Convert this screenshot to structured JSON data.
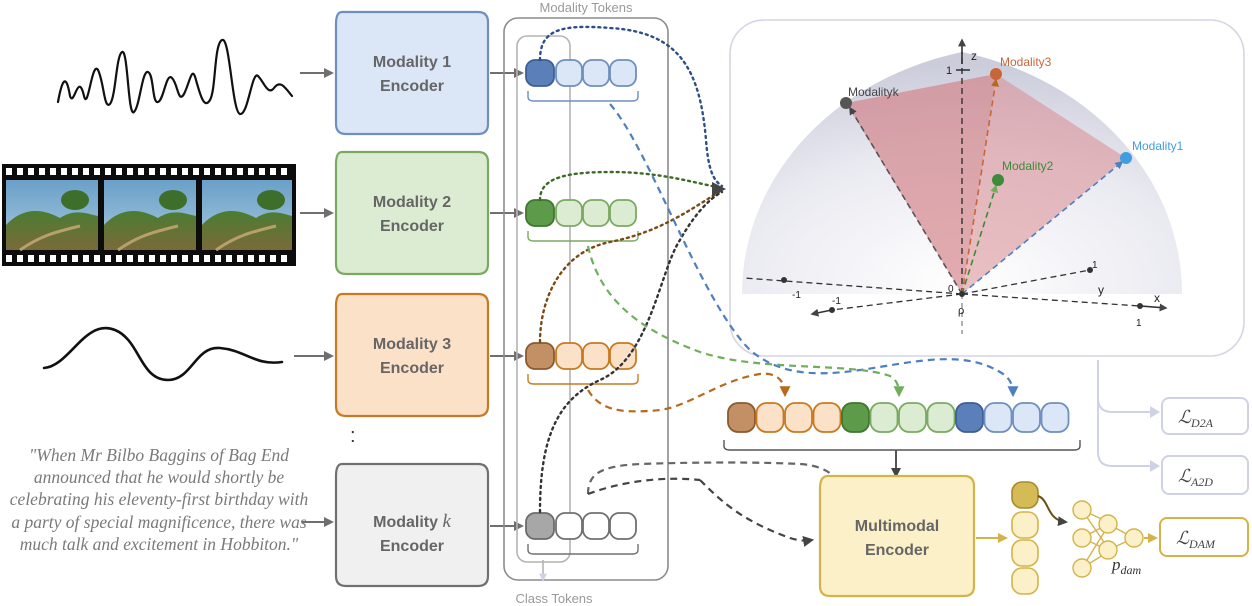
{
  "encoders": [
    {
      "line1": "Modality 1",
      "line2": "Encoder"
    },
    {
      "line1": "Modality 2",
      "line2": "Encoder"
    },
    {
      "line1": "Modality 3",
      "line2": "Encoder"
    },
    {
      "line1": "Modality ",
      "var": "k",
      "line2": "Encoder"
    }
  ],
  "ellipsis": ":",
  "token_column": {
    "top_label": "Modality Tokens",
    "bottom_label": "Class Tokens"
  },
  "quote_text": "\"When Mr Bilbo Baggins of Bag End announced that he would shortly be celebrating his eleventy-first birthday with a party of special magnificence, there was much talk and excitement in Hobbiton.\"",
  "sphere_plot": {
    "axes": {
      "z": "z",
      "y": "y",
      "x": "x"
    },
    "ticks": {
      "z_top": "1",
      "y_pos": "1",
      "x_pos": "1",
      "x_neg": "-1",
      "y_neg": "-1",
      "origin": "0",
      "rho": "ρ"
    },
    "points": [
      {
        "label": "Modality3"
      },
      {
        "label": "Modalityk"
      },
      {
        "label": "Modality1"
      },
      {
        "label": "Modality2"
      }
    ]
  },
  "multimodal_encoder": {
    "line1": "Multimodal",
    "line2": "Encoder"
  },
  "losses": {
    "d2a": {
      "main": "ℒ",
      "sub": "D2A"
    },
    "a2d": {
      "main": "ℒ",
      "sub": "A2D"
    },
    "dam": {
      "main": "ℒ",
      "sub": "DAM"
    }
  },
  "p_dam": {
    "main": "p",
    "sub": "dam"
  },
  "colors": {
    "blue": "#6f8fbf",
    "blue_fill": "#dbe6f7",
    "green": "#7aaa62",
    "green_fill": "#dcecd3",
    "orange": "#c87a22",
    "orange_fill": "#fbe1c8",
    "gray": "#707070",
    "gray_fill": "#f0f0f0",
    "gold": "#d4b34a",
    "gold_fill": "#fbf0c8"
  }
}
